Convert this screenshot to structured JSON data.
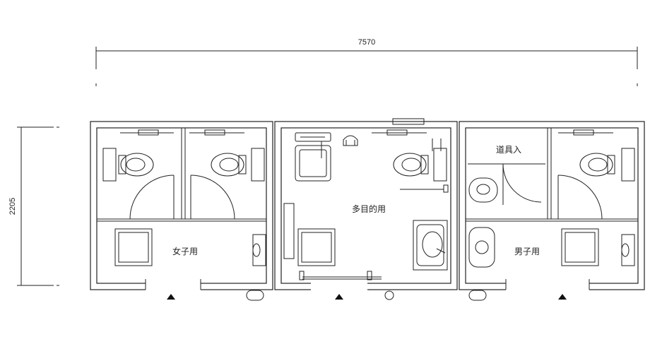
{
  "dimensions": {
    "width_value": "7570",
    "height_value": "2205"
  },
  "rooms": {
    "women": {
      "label": "女子用"
    },
    "multipurpose": {
      "label": "多目的用"
    },
    "men": {
      "label": "男子用"
    },
    "storage": {
      "label": "道具入"
    }
  },
  "entrance_marker_icon": "triangle-up-icon",
  "colors": {
    "line": "#222222",
    "wall_fill": "#ffffff"
  }
}
